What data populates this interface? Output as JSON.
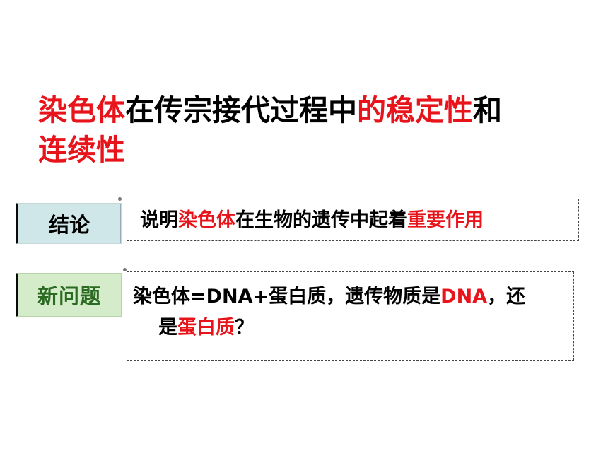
{
  "title": {
    "part1": "染色体",
    "part2": "在传宗接代过程中",
    "part3": "的稳定性",
    "part4": "和",
    "part5": "连续性"
  },
  "conclusion": {
    "label": "结论",
    "text_part1": "说明",
    "text_part2": "染色体",
    "text_part3": "在生物的遗传中起着",
    "text_part4": "重要作用"
  },
  "question": {
    "label": "新问题",
    "line1_part1": "染色体=DNA+蛋白质，遗传物质是",
    "line1_part2": "DNA",
    "line1_part3": "，还",
    "line2_part1": "是",
    "line2_part2": "蛋白质",
    "line2_part3": "？"
  },
  "colors": {
    "emphasis": "#e8141b",
    "conclusion_label_bg": "#cfe7e9",
    "question_label_bg": "#d4ecc9",
    "question_label_text": "#2b6a22"
  }
}
